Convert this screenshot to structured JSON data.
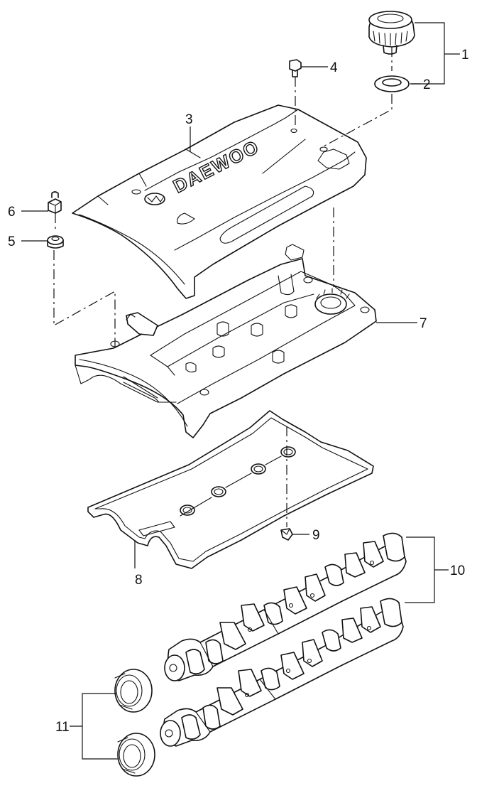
{
  "cover_logo_text": "DAEWOO",
  "callouts": [
    "1",
    "2",
    "3",
    "4",
    "5",
    "6",
    "7",
    "8",
    "9",
    "10",
    "11"
  ],
  "colors": {
    "line": "#111111",
    "background": "#ffffff"
  }
}
